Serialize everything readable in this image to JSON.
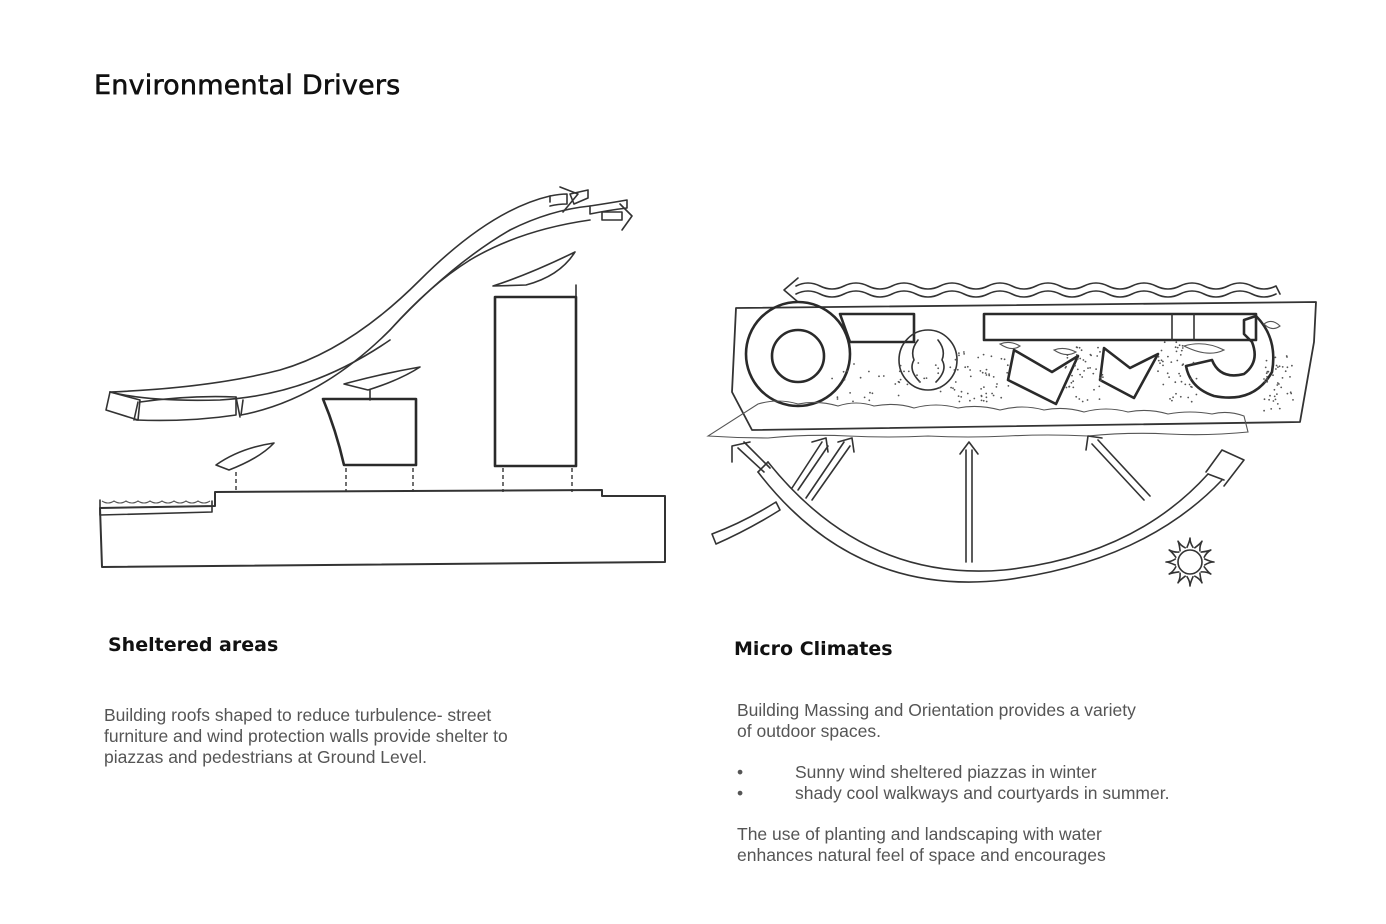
{
  "page": {
    "title": "Environmental Drivers"
  },
  "sections": {
    "sheltered": {
      "heading": "Sheltered areas",
      "paragraph_lines": [
        "Building roofs shaped to reduce turbulence- street",
        "furniture and wind protection walls provide shelter to",
        "piazzas and pedestrians at Ground Level."
      ],
      "diagram": {
        "name": "Sheltered areas section sketch",
        "elements": [
          "wind-flow-arrows",
          "roof-canopies",
          "low-building",
          "tall-building",
          "ground-podium",
          "water-feature"
        ]
      }
    },
    "micro_climates": {
      "heading": "Micro Climates",
      "intro_lines": [
        "Building Massing and Orientation provides a variety",
        "of outdoor spaces."
      ],
      "bullets": [
        {
          "marker": "•",
          "text": "Sunny wind sheltered piazzas in winter"
        },
        {
          "marker": "•",
          "text": "shady cool walkways and courtyards in summer."
        }
      ],
      "closing_lines": [
        "The use of planting and landscaping with water",
        "enhances natural feel of space and encourages"
      ],
      "diagram": {
        "name": "Micro climates plan sketch",
        "elements": [
          "prevailing-wind-arrow",
          "site-plan",
          "circular-buildings",
          "chevron-buildings",
          "sun-path-arc",
          "solar-arrows",
          "sun-icon"
        ]
      }
    }
  },
  "colors": {
    "heading": "#111111",
    "body_text": "#555555",
    "sketch_line": "#333333",
    "background": "#ffffff"
  }
}
